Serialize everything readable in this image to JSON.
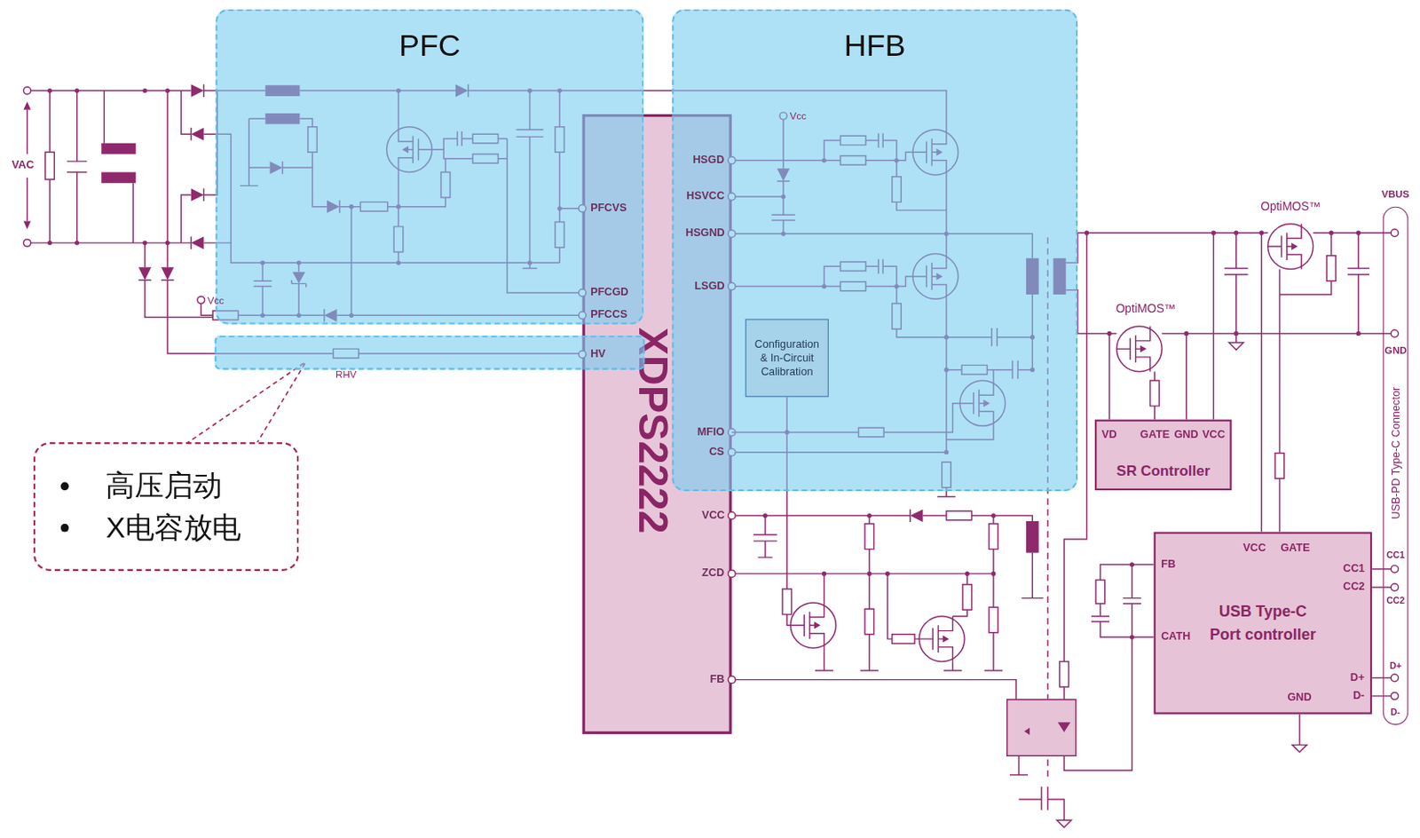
{
  "diagram": {
    "nodes": [
      {
        "text": [
          "PFC"
        ]
      },
      {
        "text": [
          "HFB"
        ]
      },
      {
        "text": [
          "XDPS2222"
        ]
      },
      {
        "text": [
          "Configuration & In-Circuit Calibration"
        ],
        "in": 1
      },
      {
        "text": [
          "SR Controller"
        ]
      },
      {
        "text": [
          "USB Type-C Port controller"
        ]
      },
      {
        "text": [
          "USB-PD Type-C Connector"
        ]
      },
      {
        "text": [
          "高压启动",
          "X电容放电"
        ]
      }
    ],
    "edges": [
      {
        "from": 3,
        "to": 2,
        "arrow": "none"
      },
      {
        "from": 5,
        "to": 6,
        "arrow": "none"
      },
      {
        "from": 5,
        "to": 6,
        "arrow": "none"
      },
      {
        "from": 5,
        "to": 6,
        "arrow": "none"
      },
      {
        "from": 5,
        "to": 6,
        "arrow": "none"
      }
    ],
    "labels": [
      "VAC",
      "Vcc",
      "RHV",
      "PFCVS",
      "PFCGD",
      "PFCCS",
      "HV",
      "Vcc",
      "HSGD",
      "HSVCC",
      "HSGND",
      "LSGD",
      "MFIO",
      "CS",
      "VCC",
      "ZCD",
      "FB",
      "OptiMOS™",
      "VBUS",
      "OptiMOS™",
      "GND",
      "VD",
      "GATE",
      "GND",
      "VCC",
      "VCC",
      "GATE",
      "FB",
      "CATH",
      "CC1",
      "CC2",
      "D+",
      "D-",
      "GND",
      "CC1",
      "CC2",
      "D+",
      "D-"
    ]
  }
}
